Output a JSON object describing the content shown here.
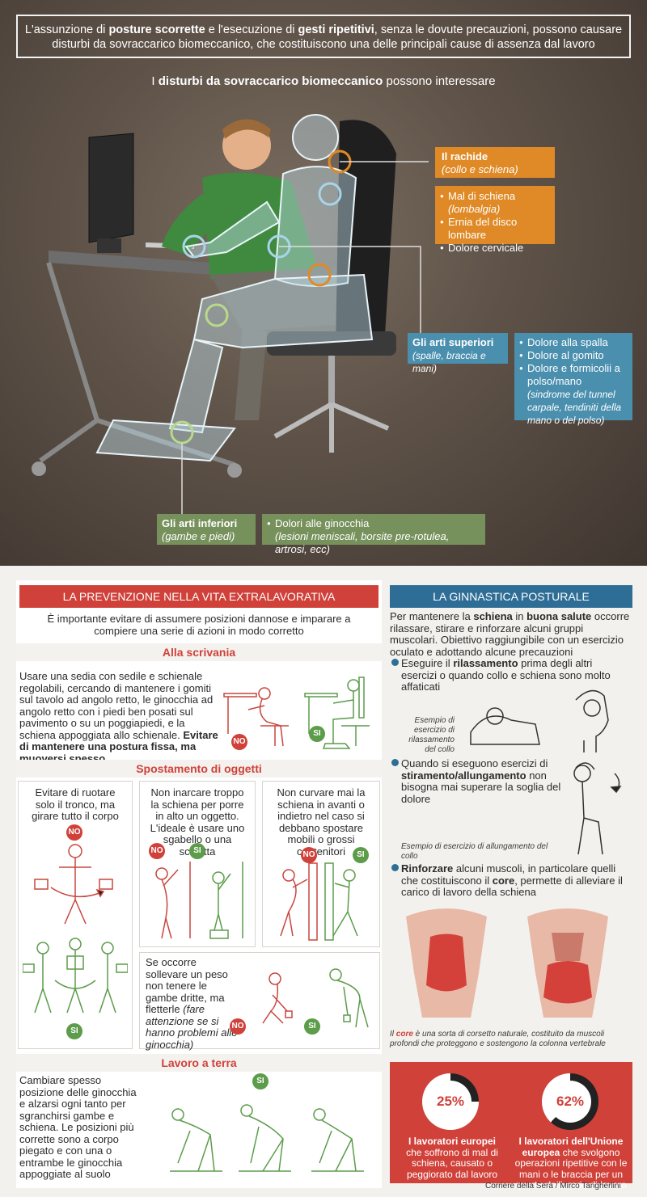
{
  "intro": {
    "line1_a": "L'assunzione di ",
    "line1_b": "posture scorrette",
    "line1_c": " e l'esecuzione di ",
    "line1_d": "gesti ripetitivi",
    "line1_e": ", senza le dovute precauzioni, possono causare",
    "line2": "disturbi da sovraccarico biomeccanico, che costituiscono una delle principali cause di assenza dal lavoro"
  },
  "subtitle": {
    "pre": "I ",
    "bold": "disturbi da sovraccarico biomeccanico",
    "post": " possono interessare"
  },
  "rachide": {
    "title": "Il rachide",
    "sub": "(collo e schiena)",
    "items": [
      {
        "text": "Mal di schiena",
        "sub": "(lombalgia)"
      },
      {
        "text": "Ernia del disco lombare",
        "sub": ""
      },
      {
        "text": "Dolore cervicale",
        "sub": ""
      }
    ]
  },
  "superiori": {
    "title": "Gli arti superiori",
    "sub": "(spalle, braccia e mani)",
    "items": [
      {
        "text": "Dolore alla spalla",
        "sub": ""
      },
      {
        "text": "Dolore al gomito",
        "sub": ""
      },
      {
        "text": "Dolore e formicolii a polso/mano",
        "sub": "(sindrome del tunnel carpale, tendiniti della mano o del polso)"
      }
    ]
  },
  "inferiori": {
    "title": "Gli arti inferiori",
    "sub": "(gambe e piedi)",
    "item": "Dolori alle ginocchia",
    "item_sub": "(lesioni meniscali, borsite pre-rotulea, artrosi, ecc)"
  },
  "prevenzione": {
    "header": "LA PREVENZIONE NELLA VITA EXTRALAVORATIVA",
    "intro": "È importante evitare di assumere posizioni dannose e imparare a compiere una serie di azioni in modo corretto",
    "scrivania": {
      "title": "Alla scrivania",
      "text": "Usare una sedia con sedile e schienale regolabili, cercando di mantenere i gomiti sul tavolo ad angolo retto, le ginocchia ad angolo retto con i piedi ben posati sul pavimento o su un poggiapiedi, e la schiena appoggiata allo schienale.",
      "bold": "Evitare di mantenere una postura fissa, ma muoversi spesso"
    },
    "spostamento": {
      "title": "Spostamento di oggetti",
      "box1": "Evitare di ruotare solo il tronco, ma girare tutto il corpo",
      "box2": "Non inarcare troppo la schiena per porre in alto un oggetto. L'ideale è usare uno sgabello o una scaletta",
      "box3": "Non curvare mai la schiena in avanti o indietro nel caso si debbano spostare mobili o grossi contenitori",
      "box4": "Se occorre sollevare un peso non tenere le gambe dritte, ma fletterle",
      "box4_italic": "(fare attenzione se si hanno problemi alle ginocchia)"
    },
    "terra": {
      "title": "Lavoro a terra",
      "text": "Cambiare spesso posizione delle ginocchia e alzarsi ogni tanto per sgranchirsi gambe e schiena. Le posizioni più corrette sono a corpo piegato e con una o entrambe le ginocchia appoggiate al suolo"
    },
    "no": "NO",
    "si": "SI"
  },
  "ginnastica": {
    "header": "LA GINNASTICA POSTURALE",
    "intro_a": "Per mantenere la ",
    "intro_b": "schiena",
    "intro_c": " in ",
    "intro_d": "buona salute",
    "intro_e": " occorre rilassare, stirare e rinforzare alcuni gruppi muscolari. Obiettivo raggiungibile con un esercizio oculato e adottando alcune precauzioni",
    "b1_a": "Eseguire il ",
    "b1_b": "rilassamento",
    "b1_c": " prima degli altri esercizi o quando collo e schiena sono molto affaticati",
    "cap1": "Esempio di esercizio di rilassamento del collo",
    "b2_a": "Quando si eseguono esercizi di ",
    "b2_b": "stiramento/allungamento",
    "b2_c": " non bisogna mai superare la soglia del dolore",
    "cap2": "Esempio di esercizio di allungamento del collo",
    "b3_a": "Rinforzare",
    "b3_b": " alcuni muscoli, in particolare quelli che costituiscono il ",
    "b3_c": "core",
    "b3_d": ", permette di alleviare il carico di lavoro della schiena",
    "core_a": "Il ",
    "core_b": "core",
    "core_c": " è una sorta di corsetto naturale, costituito da muscoli profondi che proteggono e sostengono la colonna vertebrale"
  },
  "stats": [
    {
      "value": 25,
      "label": "25%",
      "bold": "I lavoratori europei",
      "text": " che soffrono di mal di schiena, causato o peggiorato dal lavoro"
    },
    {
      "value": 62,
      "label": "62%",
      "bold": "I lavoratori dell'Unione europea",
      "text": " che svolgono operazioni ripetitive con le mani o le braccia per un quarto dell'orario di lavoro"
    }
  ],
  "credit": "Corriere della Sera / Mirco Tangherlini"
}
